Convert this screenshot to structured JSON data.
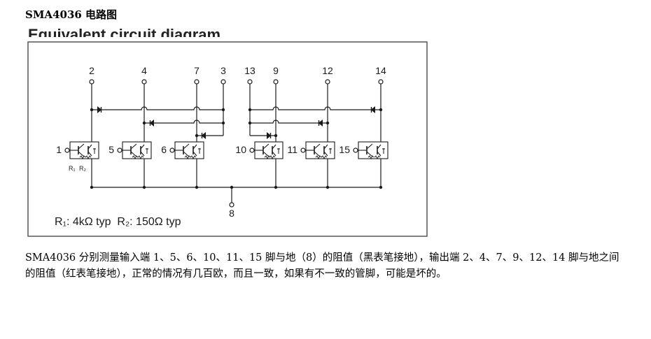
{
  "page": {
    "title": "SMA4036 电路图",
    "description": "SMA4036 分别测量输入端 1、5、6、10、11、15 脚与地（8）的阻值（黑表笔接地），输出端 2、4、7、9、12、14 脚与地之间的阻值（红表笔接地），正常的情况有几百欧，而且一致，如果有不一致的管脚，可能是坏的。"
  },
  "diagram": {
    "heading_partial": "Equivalent circuit diagram",
    "top_pins": [
      "2",
      "4",
      "7",
      "3",
      "13",
      "9",
      "12",
      "14"
    ],
    "input_pins": [
      "1",
      "5",
      "6",
      "10",
      "11",
      "15"
    ],
    "ground_pin": "8",
    "r1_label": "R₁",
    "r2_label": "R₂",
    "spec_text": "R₁: 4kΩ typ  R₂: 150Ω typ",
    "colors": {
      "line": "#1a1a1a",
      "frame": "#555555"
    }
  }
}
